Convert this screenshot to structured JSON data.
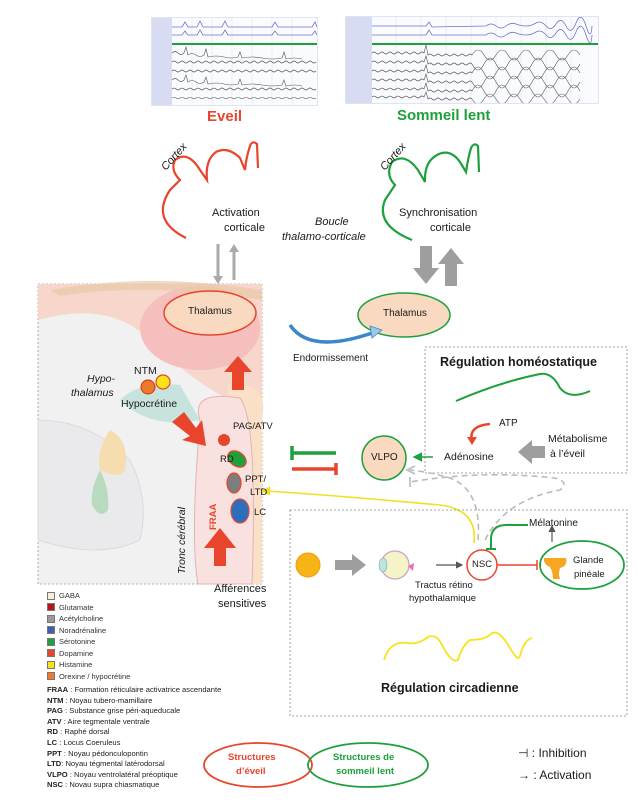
{
  "eeg": {
    "wake_label": "Eveil",
    "sleep_label": "Sommeil lent",
    "wake_color": "#e8452c",
    "sleep_color": "#1ea03c"
  },
  "cortex": {
    "left_title": "Cortex",
    "left_text_1": "Activation",
    "left_text_2": "corticale",
    "right_title": "Cortex",
    "right_text_1": "Synchronisation",
    "right_text_2": "corticale",
    "loop_1": "Boucle",
    "loop_2": "thalamo-corticale"
  },
  "brain": {
    "thalamus_left": "Thalamus",
    "thalamus_right": "Thalamus",
    "endormissement": "Endormissement",
    "hypo_1": "Hypo-",
    "hypo_2": "thalamus",
    "ntm": "NTM",
    "hypocretine": "Hypocrétine",
    "pag_atv": "PAG/ATV",
    "rd": "RD",
    "ppt_1": "PPT/",
    "ppt_2": "LTD",
    "lc": "LC",
    "fraa": "FRAA",
    "tronc": "Tronc cérébral",
    "afferences_1": "Afférences",
    "afferences_2": "sensitives"
  },
  "homeostatic": {
    "title": "Régulation homéostatique",
    "atp": "ATP",
    "adenosine": "Adénosine",
    "metabolism_1": "Métabolisme",
    "metabolism_2": "à l’éveil",
    "vlpo": "VLPO"
  },
  "circadian": {
    "title": "Régulation circadienne",
    "melatonine": "Mélatonine",
    "nsc": "NSC",
    "glande_1": "Glande",
    "glande_2": "pinéale",
    "tractus_1": "Tractus rétino",
    "tractus_2": "hypothalamique"
  },
  "legend": {
    "colors": [
      {
        "label": "GABA",
        "color": "#f3f0d4"
      },
      {
        "label": "Glutamate",
        "color": "#b3171e"
      },
      {
        "label": "Acétylcholine",
        "color": "#9a9a9a"
      },
      {
        "label": "Noradrénaline",
        "color": "#3f5fb0"
      },
      {
        "label": "Sérotonine",
        "color": "#1ea03c"
      },
      {
        "label": "Dopamine",
        "color": "#e8452c"
      },
      {
        "label": "Histamine",
        "color": "#f5e419"
      },
      {
        "label": "Orexine / hypocrétine",
        "color": "#ec7a2a"
      }
    ],
    "abbreviations": [
      {
        "abbr": "FRAA",
        "desc": "Formation réticulaire activatrice  ascendante"
      },
      {
        "abbr": "NTM",
        "desc": "Noyau tubero-mamillaire"
      },
      {
        "abbr": "PAG",
        "desc": "Substance grise péri-aqueducale"
      },
      {
        "abbr": "ATV",
        "desc": "Aire tegmentale ventrale"
      },
      {
        "abbr": "RD",
        "desc": "Raphé dorsal"
      },
      {
        "abbr": "LC",
        "desc": "Locus Coeruleus"
      },
      {
        "abbr": "PPT",
        "desc": "Noyau pédonculopontin"
      },
      {
        "abbr": "LTD",
        "desc": "Noyau tégmental latérodorsal"
      },
      {
        "abbr": "VLPO",
        "desc": "Noyau ventrolatéral préoptique"
      },
      {
        "abbr": "NSC",
        "desc": "Novau supra chiasmatique"
      }
    ]
  },
  "key": {
    "wake_1": "Structures",
    "wake_2": "d’éveil",
    "sleep_1": "Structures de",
    "sleep_2": "sommeil lent",
    "inhibition_symbol": "⊣",
    "inhibition": ": Inhibition",
    "activation_symbol": "→",
    "activation": ": Activation"
  }
}
